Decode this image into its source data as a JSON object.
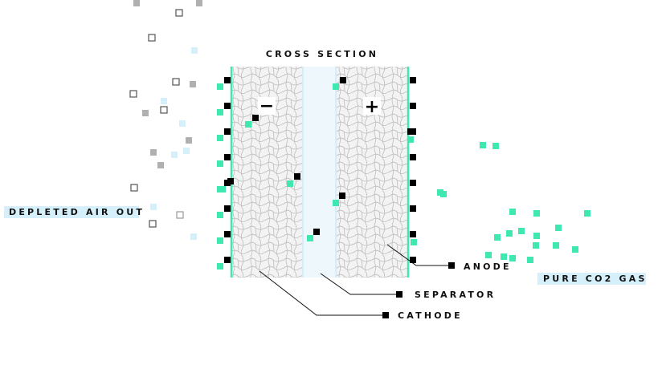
{
  "diagram": {
    "title": "CROSS SECTION",
    "labels": {
      "anode": "ANODE",
      "separator": "SEPARATOR",
      "cathode": "CATHODE"
    },
    "tags": {
      "depleted_air": "DEPLETED AIR OUT",
      "pure_co2": "PURE CO2 GAS"
    },
    "electrodes": {
      "cathode_sign": "−",
      "anode_sign": "+"
    },
    "colors": {
      "teal": "#3ee8b0",
      "black": "#000000",
      "light_blue": "#d6f0fb",
      "separator_fill": "#eef8fc",
      "electrode_fill": "#f2f2f2",
      "cell_stroke": "#b8b8b8",
      "gray_particle": "#b0b0b0",
      "outline_particle": "#555555"
    },
    "legend": {
      "teal_square": "co2-molecule",
      "black_square": "carrier-molecule",
      "gray_square": "air-molecule",
      "outline_square": "air-molecule-outline",
      "light_blue_square": "air-molecule-light"
    }
  }
}
